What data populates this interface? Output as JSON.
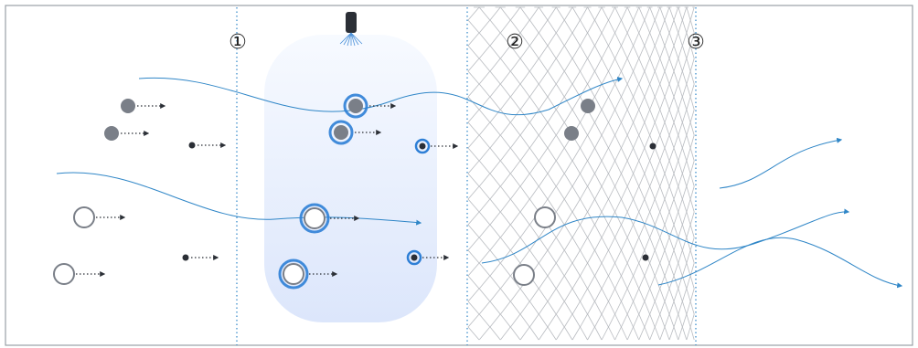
{
  "diagram": {
    "stage_labels": [
      {
        "id": "stage-1",
        "text": "①"
      },
      {
        "id": "stage-2",
        "text": "②"
      },
      {
        "id": "stage-3",
        "text": "③"
      }
    ],
    "colors": {
      "frame": "#9aa0a6",
      "divider": "#2f86c7",
      "airflow": "#2f86c7",
      "particle_fill": "#7a7f88",
      "particle_ring": "#7a7f88",
      "charged_glow": "#2e7fd6",
      "chamber_top": "#f6f9ff",
      "chamber_bottom": "#dfe8fb",
      "fiber": "#b9bcc1",
      "nozzle": "#2b2f36",
      "arrow_dots": "#2b2f36"
    },
    "icons": [
      "ionizer-nozzle-icon",
      "dust-particle-icon",
      "charged-particle-icon",
      "airflow-arrow-icon"
    ]
  }
}
